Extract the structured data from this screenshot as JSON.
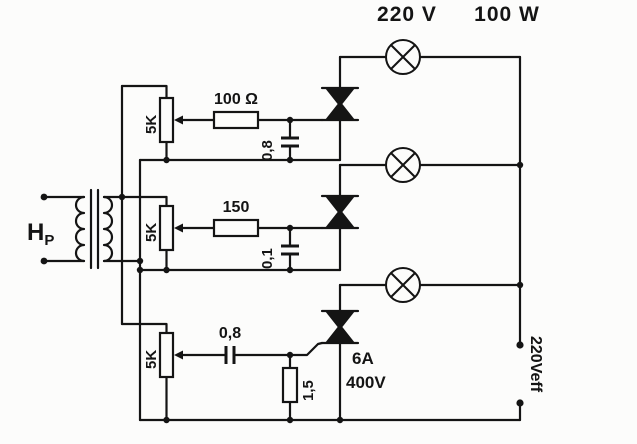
{
  "labels": {
    "lamp_voltage": "220 V",
    "lamp_power": "100 W",
    "mains_voltage": "220Veff",
    "speaker_main": "H",
    "speaker_sub": "P",
    "triac_current": "6A",
    "triac_voltage": "400V"
  },
  "potentiometers": [
    {
      "value": "5K"
    },
    {
      "value": "5K"
    },
    {
      "value": "5K"
    }
  ],
  "channels": [
    {
      "series_resistor": "100 Ω",
      "shunt_capacitor": "0,8"
    },
    {
      "series_resistor": "150",
      "shunt_capacitor": "0,1"
    },
    {
      "series_capacitor": "0,8",
      "shunt_resistor": "1,5"
    }
  ],
  "colors": {
    "ink": "#141414",
    "paper": "#fcfcfb"
  }
}
